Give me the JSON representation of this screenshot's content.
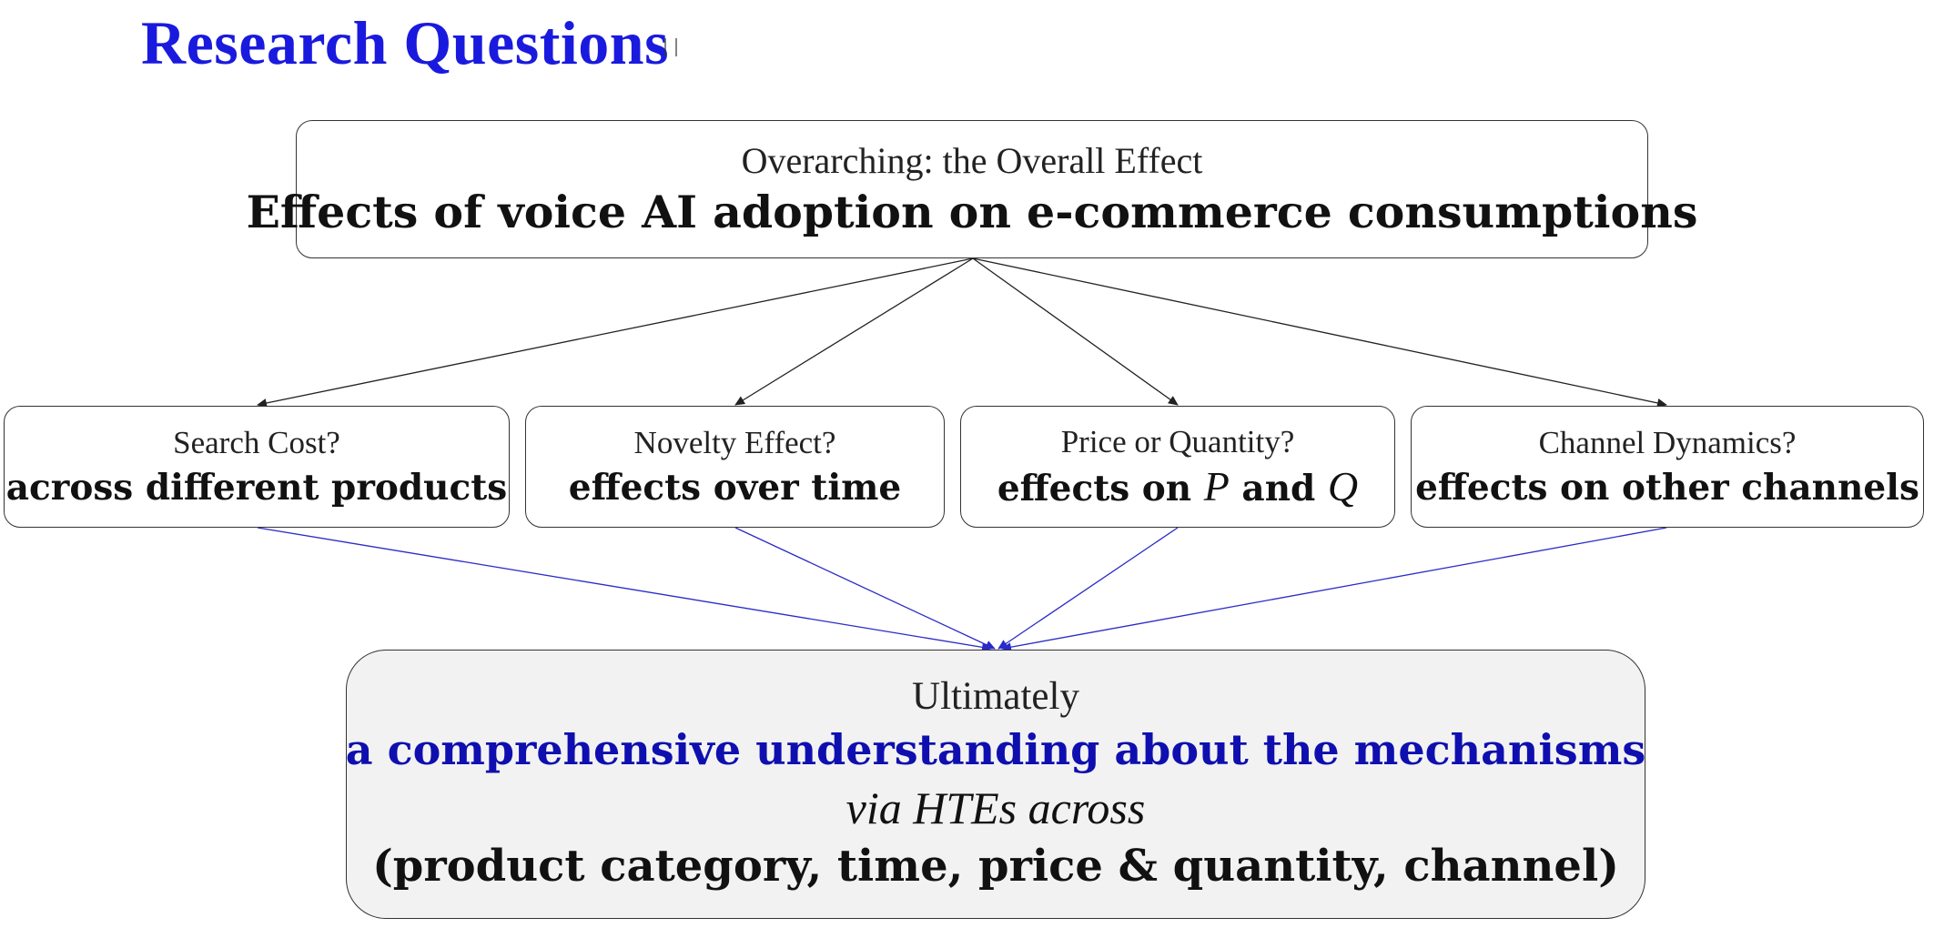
{
  "slide": {
    "title": "Research Questions"
  },
  "overall": {
    "label": "Overarching: the Overall Effect",
    "statement": "Effects of voice AI adoption on e-commerce consumptions"
  },
  "questions": [
    {
      "question": "Search Cost?",
      "answer": "across different products"
    },
    {
      "question": "Novelty Effect?",
      "answer": "effects over time"
    },
    {
      "question": "Price or Quantity?",
      "answer_prefix": "effects on ",
      "var_p": "P",
      "answer_mid": " and ",
      "var_q": "Q"
    },
    {
      "question": "Channel Dynamics?",
      "answer": "effects on other channels"
    }
  ],
  "ultimate": {
    "lead": "Ultimately",
    "goal": "a comprehensive understanding about the mechanisms",
    "via": "via HTEs across",
    "dimensions": "(product category, time, price & quantity, channel)"
  },
  "colors": {
    "title": "#1a1adf",
    "goal_text": "#0f0fb0",
    "top_arrows": "#222222",
    "bottom_arrows": "#2a2ac8",
    "ultimate_box_fill": "#f2f2f2"
  }
}
